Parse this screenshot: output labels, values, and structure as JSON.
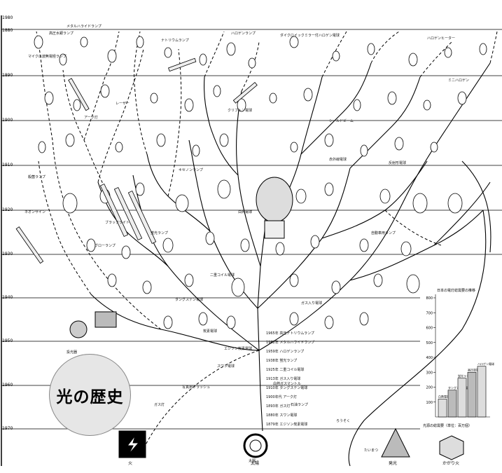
{
  "title": "光の歴史",
  "years": [
    "1880",
    "1890",
    "1900",
    "1910",
    "1920",
    "1930",
    "1940",
    "1950",
    "1960",
    "1970",
    "1980"
  ],
  "lamp_labels": [
    "高圧水銀ランプ",
    "メタルハライドランプ",
    "ハロゲンランプ",
    "ダイクロイックミラー付ハロゲン電球",
    "ハロゲンヒーター",
    "ナトリウムランプ",
    "マイクロ波無電極ランプ",
    "レーザー",
    "蛍光ランプ",
    "キセノンランプ",
    "ブラックライト",
    "グローランプ",
    "クリプトン電球",
    "白熱電球",
    "二重コイル電球",
    "シールドビーム",
    "ガス入り電球",
    "炭素電球",
    "アーク灯",
    "ガス灯",
    "石油ランプ",
    "ろうそく",
    "たいまつ",
    "太陽",
    "エジソン炭素電球",
    "スワン電球",
    "殺菌ランプ",
    "赤外線電球",
    "写真用フラッシュ",
    "自動車用ランプ",
    "ネオンサイン",
    "タングステン電球",
    "白熱ガスマントル",
    "ミニハロゲン",
    "反射形電球",
    "投光器"
  ],
  "timeline_notes": [
    "1879年 エジソン炭素電球",
    "1880年 スワン電球",
    "1893年 ガス灯",
    "1900年代 アーク灯",
    "1910年 タングステン電球",
    "1913年 ガス入り電球",
    "1925年 二重コイル電球",
    "1938年 蛍光ランプ",
    "1959年 ハロゲンランプ",
    "1962年 メタルハライドランプ",
    "1965年 高圧ナトリウムランプ"
  ],
  "origins": [
    "太陽",
    "火",
    "発光",
    "かがり火"
  ],
  "chart": {
    "title": "日本の電灯総需要の推移",
    "caption": "光源の総需要（単位：百万個）",
    "y_ticks": [
      "800",
      "700",
      "600",
      "500",
      "400",
      "300",
      "200",
      "100"
    ],
    "bars": [
      {
        "name": "白熱電球",
        "value": 120
      },
      {
        "name": "タングステン電球",
        "value": 180
      },
      {
        "name": "蛍光ランプ",
        "value": 260
      },
      {
        "name": "高圧放電灯",
        "value": 300
      },
      {
        "name": "ハロゲン電球",
        "value": 340
      }
    ]
  }
}
